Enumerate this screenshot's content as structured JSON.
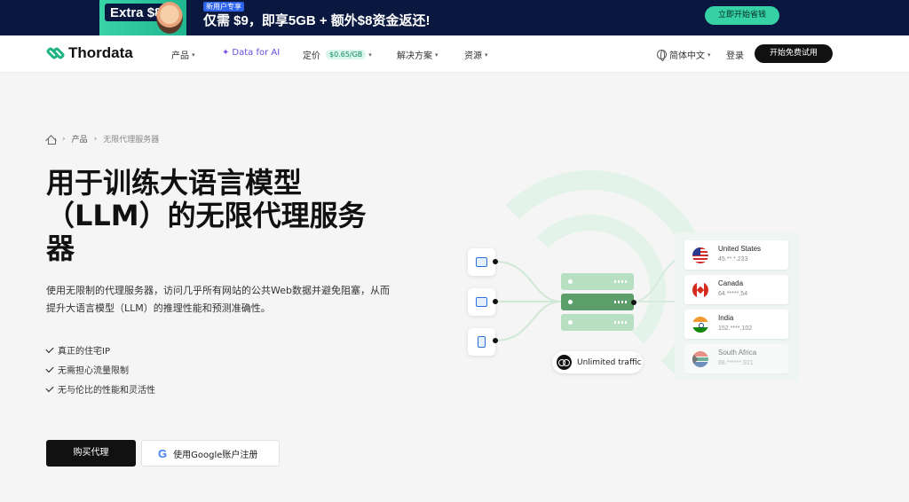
{
  "promo": {
    "extra": "Extra $8",
    "tag": "新用户专享",
    "title": "仅需 $9，即享5GB + 额外$8资金返还!",
    "cta": "立即开始省钱"
  },
  "nav": {
    "brand": "Thordata",
    "items": {
      "products": "产品",
      "data_for_ai": "Data for AI",
      "pricing": "定价",
      "pricing_badge": "$0.65/GB",
      "solutions": "解决方案",
      "resources": "资源"
    },
    "language": "简体中文",
    "login": "登录",
    "trial": "开始免费试用"
  },
  "breadcrumb": {
    "level1": "产品",
    "current": "无限代理服务器"
  },
  "hero": {
    "title": "用于训练大语言模型（LLM）的无限代理服务器",
    "description": "使用无限制的代理服务器，访问几乎所有网站的公共Web数据并避免阻塞，从而提升大语言模型（LLM）的推理性能和预测准确性。",
    "features": [
      "真正的住宅IP",
      "无需担心流量限制",
      "无与伦比的性能和灵活性"
    ],
    "buy_button": "购买代理",
    "google_button": "使用Google账户注册"
  },
  "illustration": {
    "chip_label": "Unlimited traffic",
    "countries": [
      {
        "name": "United States",
        "ip": "45.**.*.233",
        "flag": "us-flag"
      },
      {
        "name": "Canada",
        "ip": "64.*****.54",
        "flag": "ca-flag"
      },
      {
        "name": "India",
        "ip": "152.****.102",
        "flag": "in-flag"
      },
      {
        "name": "South Africa",
        "ip": "88.******.921",
        "flag": "za-flag"
      }
    ]
  },
  "colors": {
    "brand_green": "#21b483",
    "promo_bg": "#0a1840",
    "ai_purple": "#6b4ce0"
  }
}
